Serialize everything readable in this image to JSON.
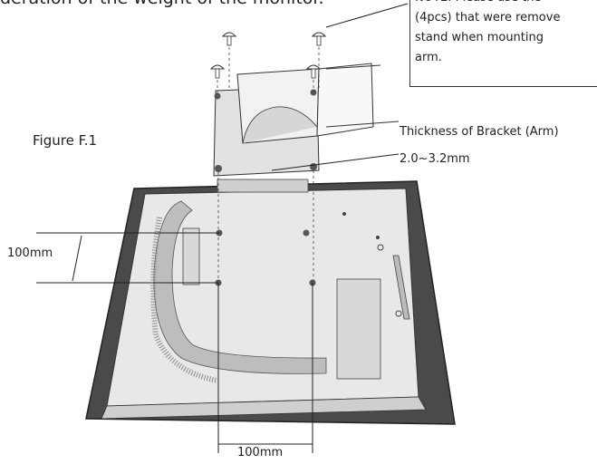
{
  "heading": "deration of the weight of the monitor.",
  "note": {
    "lines": [
      "NOTE: Please use the",
      "(4pcs) that were remove",
      "stand  when mounting",
      "arm."
    ]
  },
  "figure_label": "Figure F.1",
  "bracket_thickness": {
    "label": "Thickness of Bracket (Arm)",
    "value": "2.0~3.2mm"
  },
  "dimensions": {
    "vertical": "100mm",
    "horizontal": "100mm"
  }
}
